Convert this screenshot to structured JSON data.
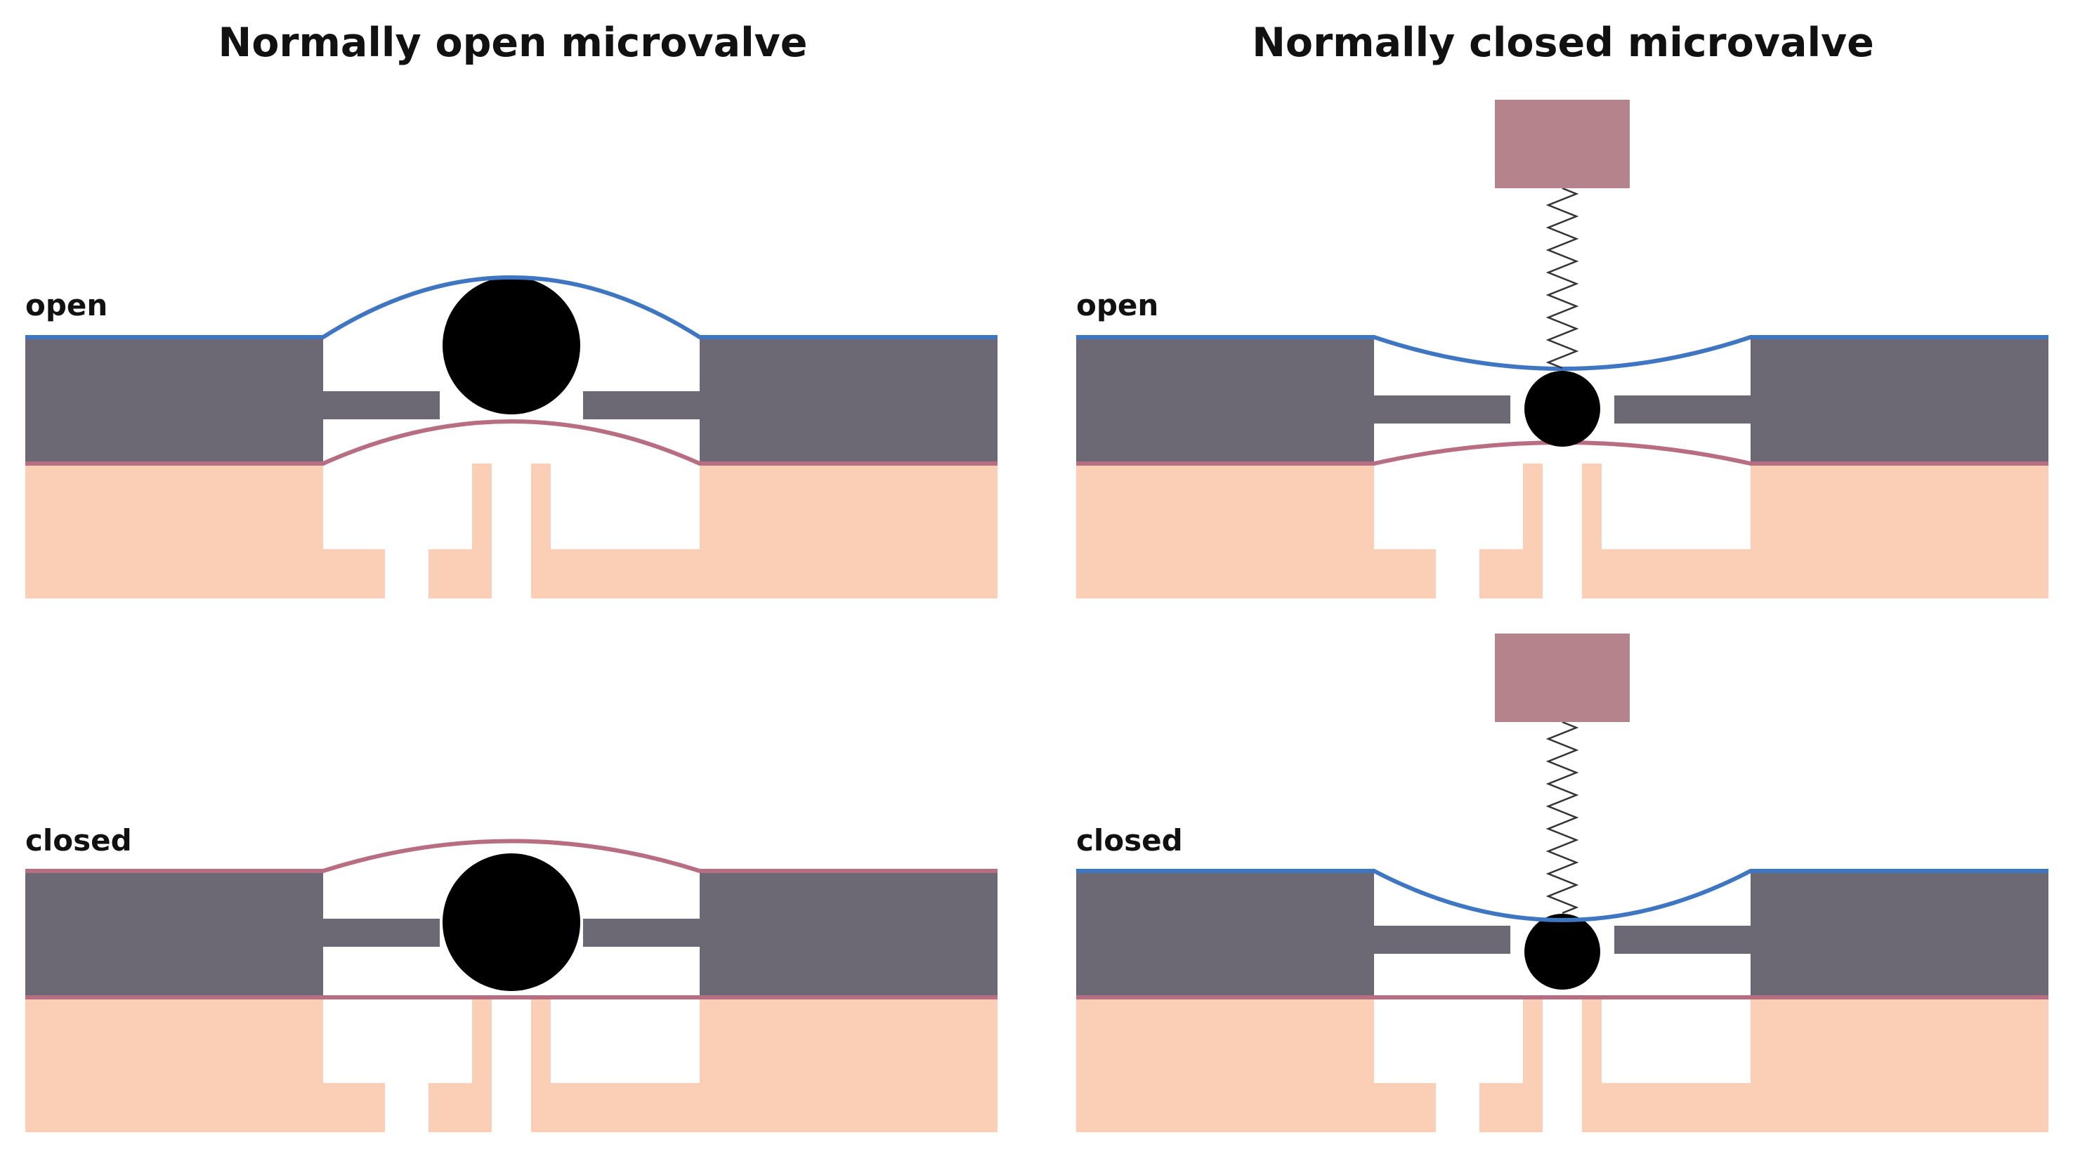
{
  "headings": {
    "left": "Normally open microvalve",
    "right": "Normally closed microvalve"
  },
  "states": {
    "top_left": "open",
    "top_right": "open",
    "bottom_left": "closed",
    "bottom_right": "closed"
  },
  "colors": {
    "background": "#ffffff",
    "silicon_layer": "#6c6975",
    "substrate_layer": "#fbcfb5",
    "membrane_blue": "#3f76c2",
    "membrane_pink": "#b86e82",
    "actuator_block": "#b5838c",
    "ball": "#000000",
    "spring": "#333333",
    "text": "#111111"
  }
}
